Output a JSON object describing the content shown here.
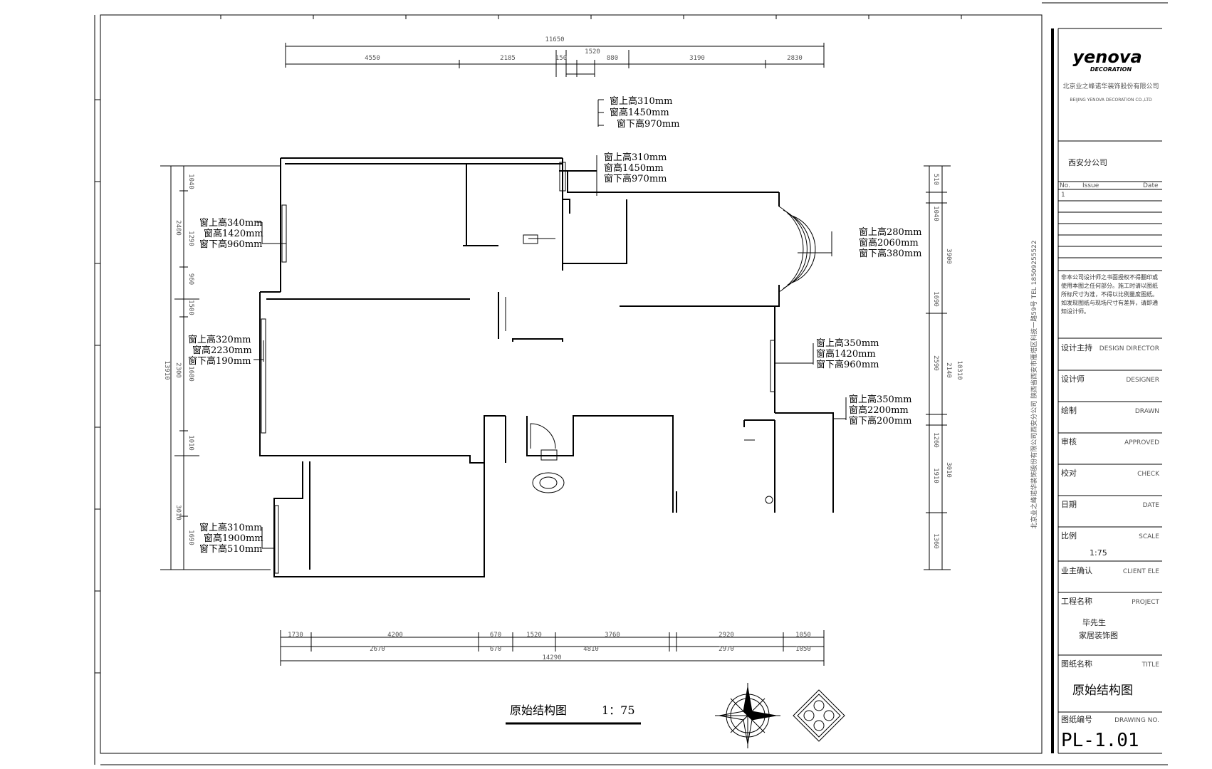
{
  "colors": {
    "line": "#000000",
    "wall": "#000000",
    "dim": "#555555"
  },
  "drawing": {
    "caption_title": "原始结构图",
    "caption_scale": "1：75",
    "compass_icon": "compass-rose-icon",
    "orientation_icon": "orientation-symbol-icon"
  },
  "dims": {
    "top_total": "11650",
    "top_segments": [
      "4550",
      "2185",
      "150",
      "1520",
      "880",
      "3190",
      "2830"
    ],
    "bottom_total": "14290",
    "bottom_segments": [
      "1730",
      "4200",
      "670",
      "1520",
      "3760",
      "2920",
      "1050"
    ],
    "bottom_row2": [
      "2670",
      "670",
      "4810",
      "2970",
      "1050"
    ],
    "left_total": "13910",
    "left_segments": [
      "1040",
      "2400",
      "1290",
      "960",
      "1500",
      "2300",
      "1680",
      "1010",
      "3010",
      "1690"
    ],
    "right_total": "10310",
    "right_segments": [
      "510",
      "1040",
      "3900",
      "1690",
      "2590",
      "2140",
      "1260",
      "3010",
      "1910",
      "1360"
    ]
  },
  "windows": [
    {
      "top": "窗上高310mm",
      "height": "窗高1450mm",
      "bottom": "窗下高970mm"
    },
    {
      "top": "窗上高310mm",
      "height": "窗高1450mm",
      "bottom": "窗下高970mm"
    },
    {
      "top": "窗上高340mm",
      "height": "窗高1420mm",
      "bottom": "窗下高960mm"
    },
    {
      "top": "窗上高280mm",
      "height": "窗高2060mm",
      "bottom": "窗下高380mm"
    },
    {
      "top": "窗上高320mm",
      "height": "窗高2230mm",
      "bottom": "窗下高190mm"
    },
    {
      "top": "窗上高350mm",
      "height": "窗高1420mm",
      "bottom": "窗下高960mm"
    },
    {
      "top": "窗上高350mm",
      "height": "窗高2200mm",
      "bottom": "窗下高200mm"
    },
    {
      "top": "窗上高310mm",
      "height": "窗高1900mm",
      "bottom": "窗下高510mm"
    }
  ],
  "title_block": {
    "logo": "yenova",
    "logo_sub": "DECORATION",
    "company": "北京业之峰诺华装饰股份有限公司",
    "company_en": "BEIJING YENOVA DECORATION CO.,LTD",
    "branch": "西安分公司",
    "rev_headers": [
      "No.",
      "Issue",
      "Date"
    ],
    "rev_first": "1",
    "notice": "非本公司设计师之书面授权不得翻印或使用本图之任何部分。施工时请以图纸所标尺寸为准，不得以比例量度图纸。如发现图纸与现场尺寸有差异，请即通知设计师。",
    "vertical_text": "北京业之峰诺华装饰股份有限公司西安分公司  陕西省西安市雁塔区科技一路59号  TEL 18509255522",
    "rows": [
      {
        "cn": "设计主持",
        "en": "DESIGN DIRECTOR"
      },
      {
        "cn": "设计师",
        "en": "DESIGNER"
      },
      {
        "cn": "绘制",
        "en": "DRAWN"
      },
      {
        "cn": "审核",
        "en": "APPROVED"
      },
      {
        "cn": "校对",
        "en": "CHECK"
      },
      {
        "cn": "日期",
        "en": "DATE"
      },
      {
        "cn": "比例",
        "en": "SCALE"
      }
    ],
    "scale_value": "1:75",
    "client_cn": "业主确认",
    "client_en": "CLIENT ELE",
    "project_cn": "工程名称",
    "project_en": "PROJECT",
    "project_name_1": "毕先生",
    "project_name_2": "家居装饰图",
    "title_cn": "图纸名称",
    "title_en": "TITLE",
    "drawing_title": "原始结构图",
    "drawno_cn": "图纸编号",
    "drawno_en": "DRAWING NO.",
    "drawing_no": "PL-1.01"
  }
}
